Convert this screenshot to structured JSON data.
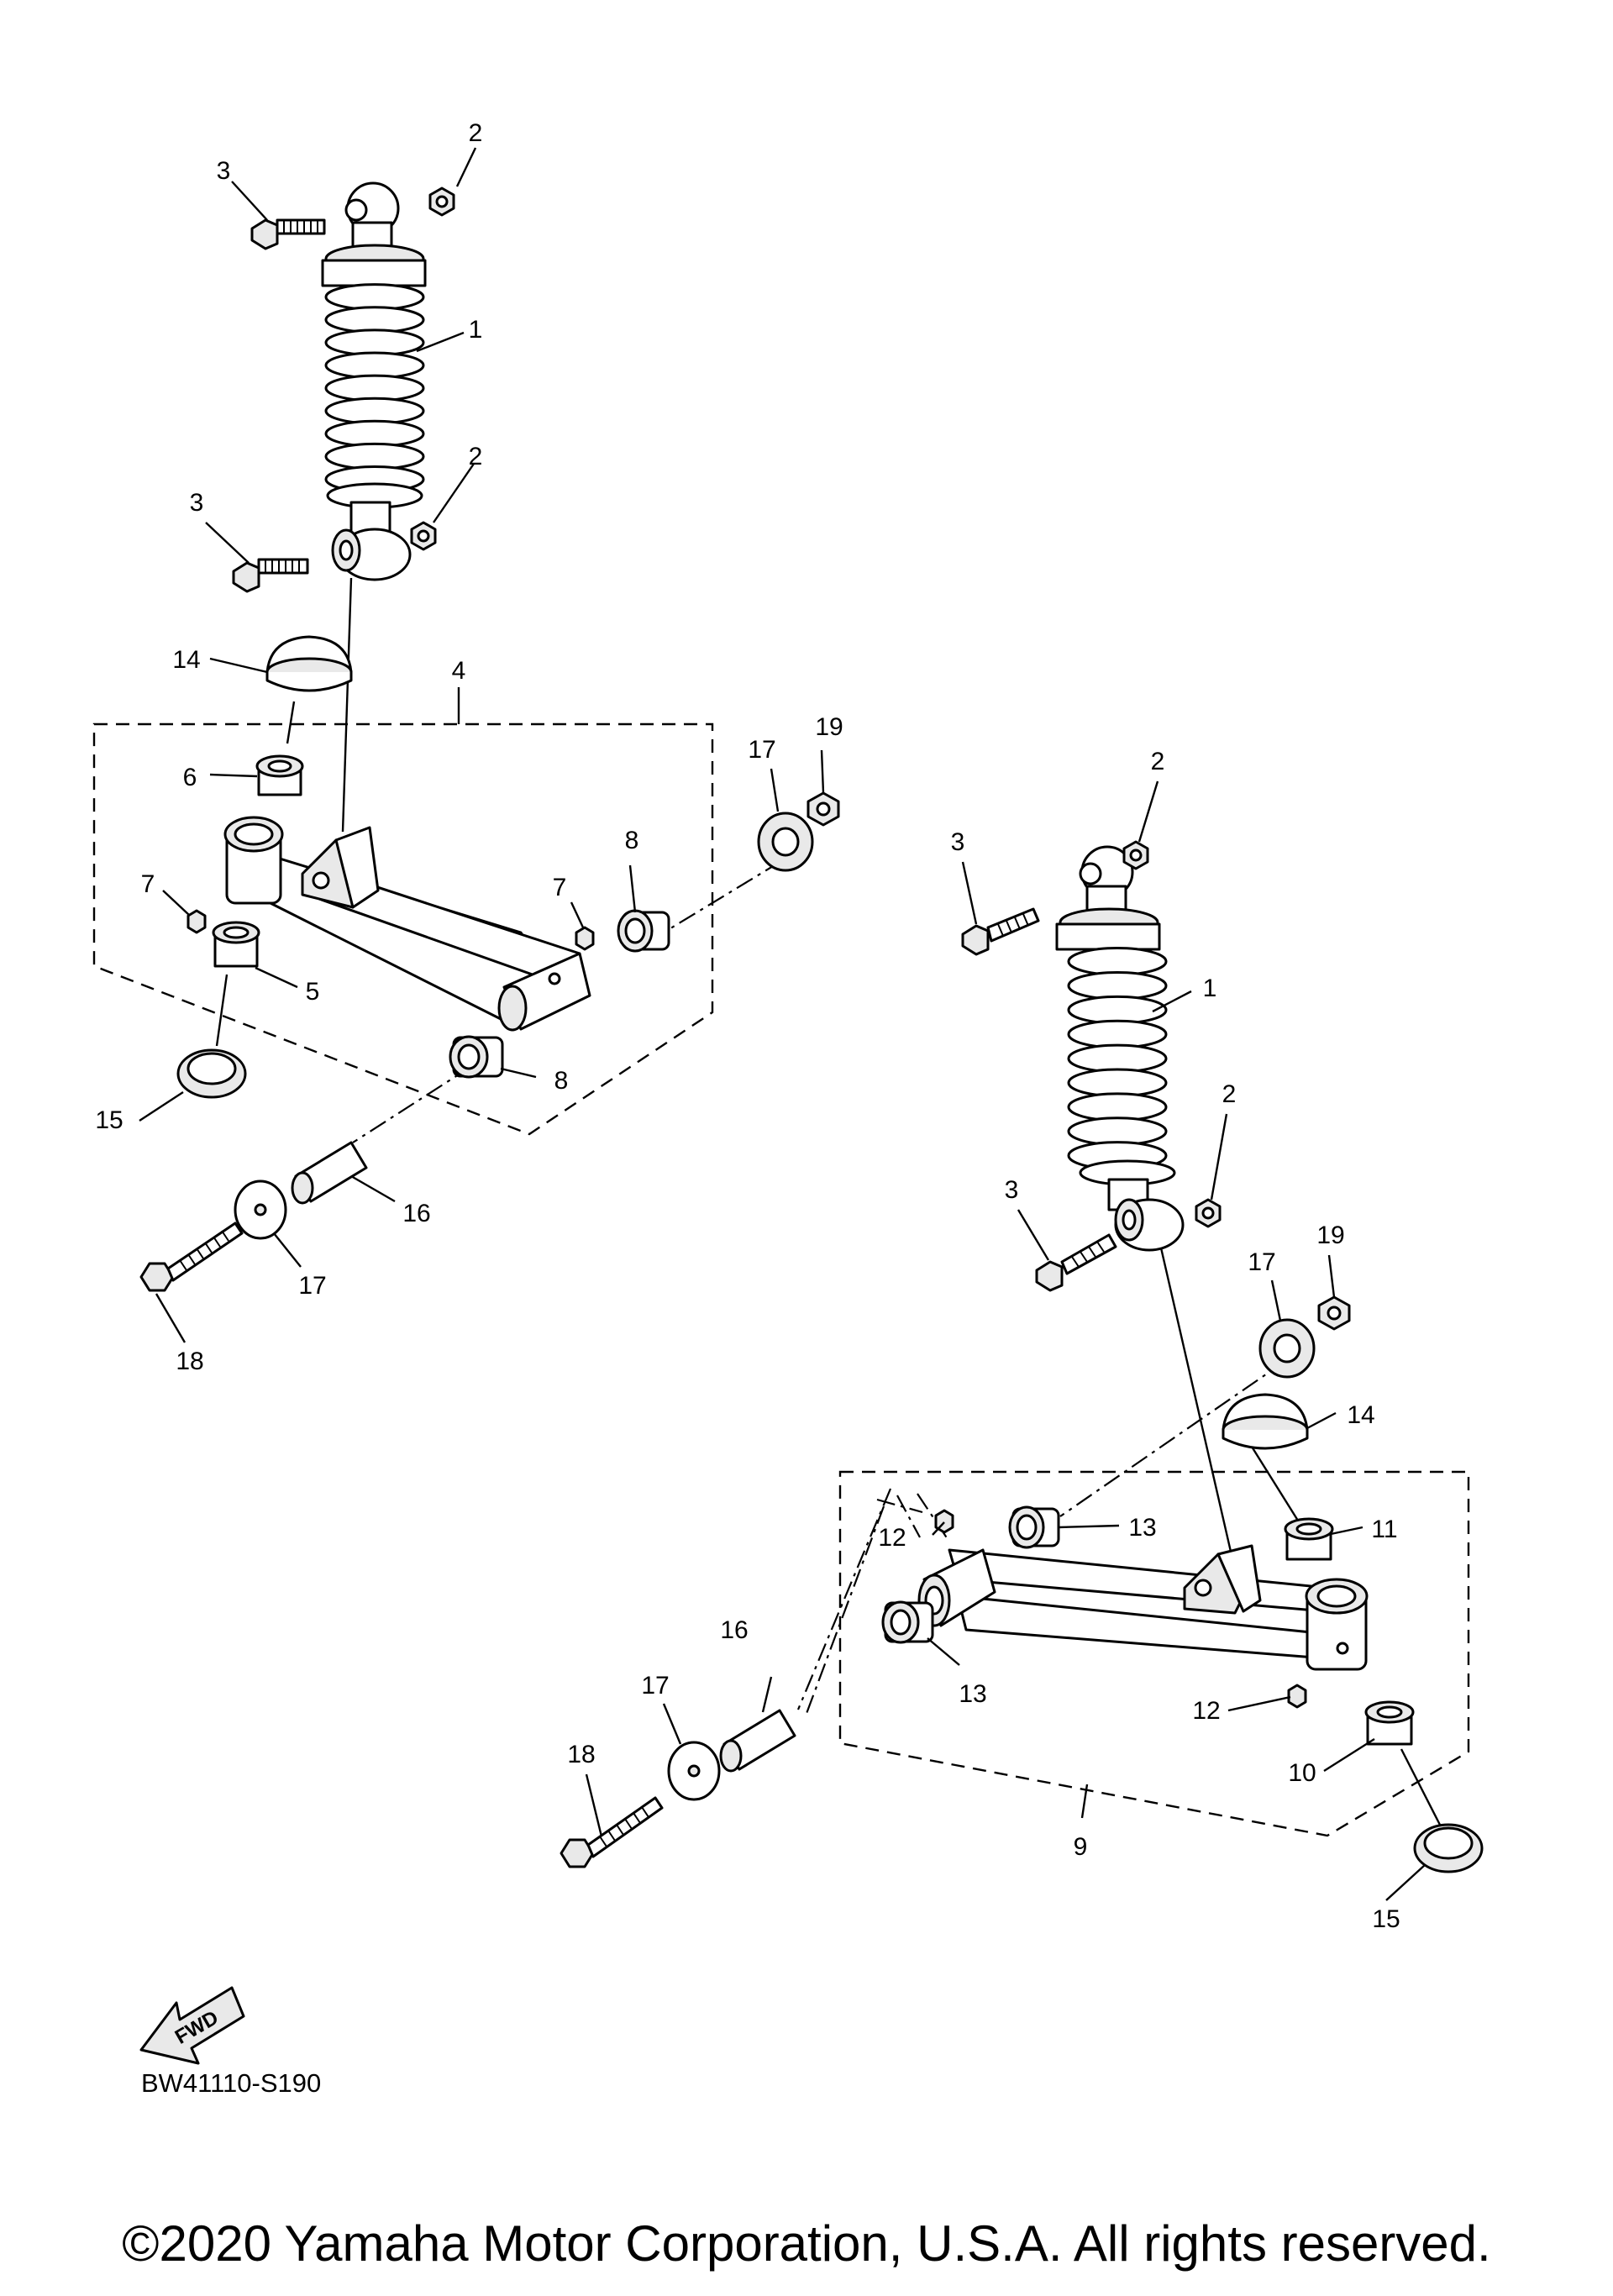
{
  "diagram_code": "BW41110-S190",
  "fwd_label": "FWD",
  "copyright": "©2020 Yamaha Motor Corporation, U.S.A. All rights reserved.",
  "callouts": {
    "left": {
      "n1": "1",
      "n2a": "2",
      "n2b": "2",
      "n3a": "3",
      "n3b": "3",
      "n4": "4",
      "n5": "5",
      "n6": "6",
      "n7a": "7",
      "n7b": "7",
      "n8a": "8",
      "n8b": "8",
      "n14": "14",
      "n15": "15",
      "n16": "16",
      "n17a": "17",
      "n17b": "17",
      "n18": "18",
      "n19": "19"
    },
    "right": {
      "n1": "1",
      "n2a": "2",
      "n2b": "2",
      "n3a": "3",
      "n3b": "3",
      "n9": "9",
      "n10": "10",
      "n11": "11",
      "n12a": "12",
      "n12b": "12",
      "n13a": "13",
      "n13b": "13",
      "n14": "14",
      "n15": "15",
      "n16": "16",
      "n17a": "17",
      "n17b": "17",
      "n18": "18",
      "n19": "19"
    }
  }
}
